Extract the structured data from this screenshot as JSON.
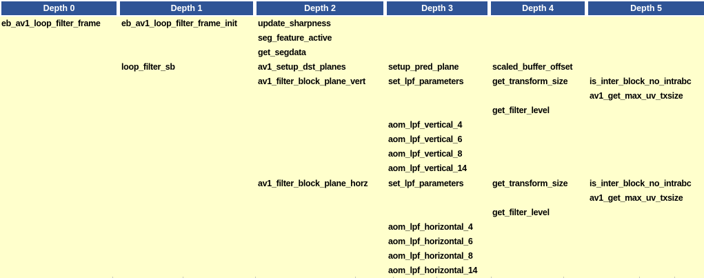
{
  "colors": {
    "header_bg": "#2F5496",
    "header_text": "#FFFFFF",
    "body_bg": "#FFFFCC",
    "body_text": "#000000"
  },
  "table": {
    "headers": [
      "Depth 0",
      "Depth 1",
      "Depth 2",
      "Depth 3",
      "Depth 4",
      "Depth 5"
    ],
    "rows": [
      [
        "eb_av1_loop_filter_frame",
        "eb_av1_loop_filter_frame_init",
        "update_sharpness",
        "",
        "",
        ""
      ],
      [
        "",
        "",
        "seg_feature_active",
        "",
        "",
        ""
      ],
      [
        "",
        "",
        "get_segdata",
        "",
        "",
        ""
      ],
      [
        "",
        "loop_filter_sb",
        "av1_setup_dst_planes",
        "setup_pred_plane",
        "scaled_buffer_offset",
        ""
      ],
      [
        "",
        "",
        "av1_filter_block_plane_vert",
        "set_lpf_parameters",
        "get_transform_size",
        "is_inter_block_no_intrabc"
      ],
      [
        "",
        "",
        "",
        "",
        "",
        "av1_get_max_uv_txsize"
      ],
      [
        "",
        "",
        "",
        "",
        "get_filter_level",
        ""
      ],
      [
        "",
        "",
        "",
        "aom_lpf_vertical_4",
        "",
        ""
      ],
      [
        "",
        "",
        "",
        "aom_lpf_vertical_6",
        "",
        ""
      ],
      [
        "",
        "",
        "",
        "aom_lpf_vertical_8",
        "",
        ""
      ],
      [
        "",
        "",
        "",
        "aom_lpf_vertical_14",
        "",
        ""
      ],
      [
        "",
        "",
        "av1_filter_block_plane_horz",
        "set_lpf_parameters",
        "get_transform_size",
        "is_inter_block_no_intrabc"
      ],
      [
        "",
        "",
        "",
        "",
        "",
        "av1_get_max_uv_txsize"
      ],
      [
        "",
        "",
        "",
        "",
        "get_filter_level",
        ""
      ],
      [
        "",
        "",
        "",
        "aom_lpf_horizontal_4",
        "",
        ""
      ],
      [
        "",
        "",
        "",
        "aom_lpf_horizontal_6",
        "",
        ""
      ],
      [
        "",
        "",
        "",
        "aom_lpf_horizontal_8",
        "",
        ""
      ],
      [
        "",
        "",
        "",
        "aom_lpf_horizontal_14",
        "",
        ""
      ]
    ]
  }
}
